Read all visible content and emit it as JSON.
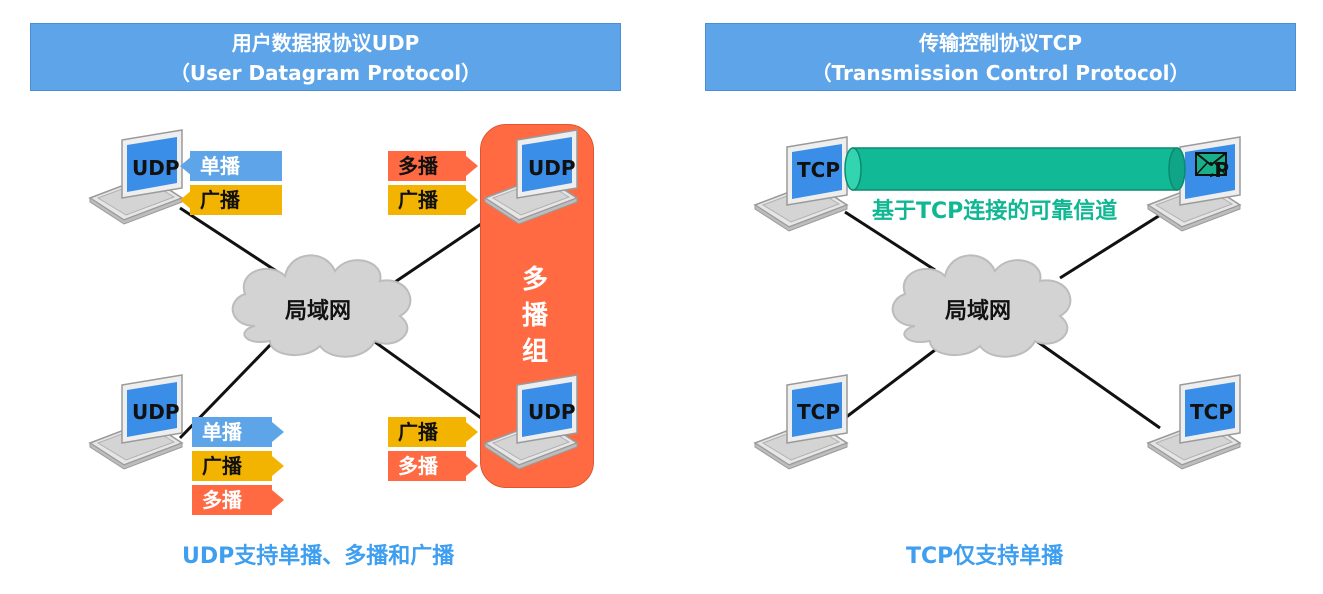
{
  "left": {
    "title_line1": "用户数据报协议UDP",
    "title_line2": "（User Datagram Protocol）",
    "caption": "UDP支持单播、多播和广播",
    "cloud_label": "局域网",
    "group_label_chars": [
      "多",
      "播",
      "组"
    ],
    "host_label": "UDP",
    "host1_tags": [
      "单播",
      "广播"
    ],
    "host2_tags": [
      "多播",
      "广播"
    ],
    "host3_tags": [
      "单播",
      "广播",
      "多播"
    ],
    "host4_tags": [
      "广播",
      "多播"
    ]
  },
  "right": {
    "title_line1": "传输控制协议TCP",
    "title_line2": "（Transmission Control Protocol）",
    "caption": "TCP仅支持单播",
    "cloud_label": "局域网",
    "host_label": "TCP",
    "connection_label": "基于TCP连接的可靠信道"
  },
  "colors": {
    "banner": "#5da4e8",
    "unicast": "#5da4e8",
    "broadcast": "#f2b400",
    "multicast": "#ff6a42",
    "group": "#ff6a42",
    "tcp_pipe": "#12b996",
    "caption": "#3e9ef0"
  }
}
